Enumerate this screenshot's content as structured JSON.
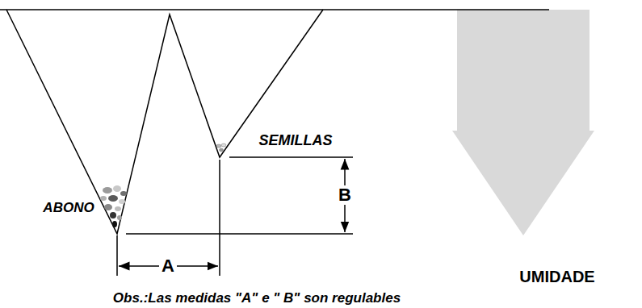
{
  "diagram": {
    "caption": "Obs.:Las medidas \"A\" e \" B\" son regulables",
    "labels": [
      "SEMILLAS",
      "ABONO",
      "B",
      "A",
      "UMIDADE"
    ]
  }
}
